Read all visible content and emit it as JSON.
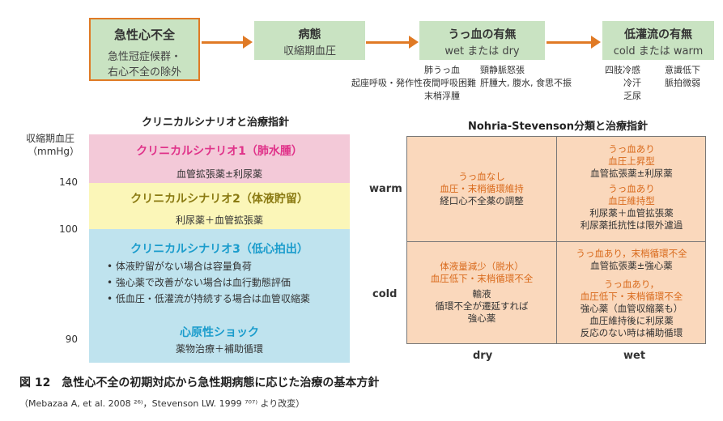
{
  "flow": {
    "box1": {
      "title": "急性心不全",
      "sub1": "急性冠症候群・",
      "sub2": "右心不全の除外"
    },
    "box2": {
      "title": "病態",
      "sub": "収縮期血圧"
    },
    "box3": {
      "title": "うっ血の有無",
      "sub": "wet または dry"
    },
    "box4": {
      "title": "低灌流の有無",
      "sub": "cold または warm"
    },
    "congestion_notes": [
      "肺うっ血",
      "頸静脈怒張",
      "起座呼吸・発作性夜間呼吸困難",
      "肝腫大, 腹水, 食思不振",
      "末梢浮腫"
    ],
    "hypoperfusion_notes": [
      "四肢冷感",
      "意識低下",
      "冷汗",
      "脈拍微弱",
      "乏尿"
    ]
  },
  "clinical": {
    "title": "クリニカルシナリオと治療指針",
    "axis_label_1": "収縮期血圧",
    "axis_label_2": "（mmHg）",
    "ticks": [
      "140",
      "100",
      "90"
    ],
    "cs1": {
      "title": "クリニカルシナリオ1（肺水腫）",
      "body": "血管拡張薬±利尿薬"
    },
    "cs2": {
      "title": "クリニカルシナリオ2（体液貯留）",
      "body": "利尿薬＋血管拡張薬"
    },
    "cs3": {
      "title": "クリニカルシナリオ3（低心拍出）",
      "bullets": [
        "体液貯留がない場合は容量負荷",
        "強心薬で改善がない場合は血行動態評価",
        "低血圧・低灌流が持続する場合は血管収縮薬"
      ]
    },
    "shock": {
      "title": "心原性ショック",
      "body": "薬物治療＋補助循環"
    }
  },
  "nohria": {
    "title": "Nohria-Stevenson分類と治療指針",
    "row_labels": [
      "warm",
      "cold"
    ],
    "col_labels": [
      "dry",
      "wet"
    ],
    "warm_dry": {
      "l1": "うっ血なし",
      "l2": "血圧・末梢循環維持",
      "l3": "経口心不全薬の調整"
    },
    "warm_wet": {
      "l1": "うっ血あり",
      "l2": "血圧上昇型",
      "l3": "血管拡張薬±利尿薬",
      "l4": "うっ血あり",
      "l5": "血圧維持型",
      "l6": "利尿薬＋血管拡張薬",
      "l7": "利尿薬抵抗性は限外濾過"
    },
    "cold_dry": {
      "l1": "体液量減少（脱水）",
      "l2": "血圧低下・末梢循環不全",
      "l3": "輸液",
      "l4": "循環不全が遷延すれば",
      "l5": "強心薬"
    },
    "cold_wet": {
      "l1": "うっ血あり，末梢循環不全",
      "l2": "血管拡張薬±強心薬",
      "l3": "うっ血あり，",
      "l4": "血圧低下・末梢循環不全",
      "l5": "強心薬（血管収縮薬も）",
      "l6": "血圧維持後に利尿薬",
      "l7": "反応のない時は補助循環"
    }
  },
  "caption": {
    "title": "図 12　急性心不全の初期対応から急性期病態に応じた治療の基本方針",
    "source": "（Mebazaa A, et al. 2008 ²⁶⁾，Stevenson LW. 1999 ⁷⁰⁷⁾ より改変）"
  },
  "colors": {
    "flow_box": "#c9e3c2",
    "arrow": "#e07a25",
    "cs1": "#f3c9d8",
    "cs2": "#fbf6b8",
    "cs3": "#bfe3ee",
    "cs1_text": "#e0338a",
    "cs2_text": "#8a7a12",
    "cs3_text": "#1a9ccc",
    "grid_bg": "#fad8bc",
    "accent_text": "#d96a1c"
  }
}
